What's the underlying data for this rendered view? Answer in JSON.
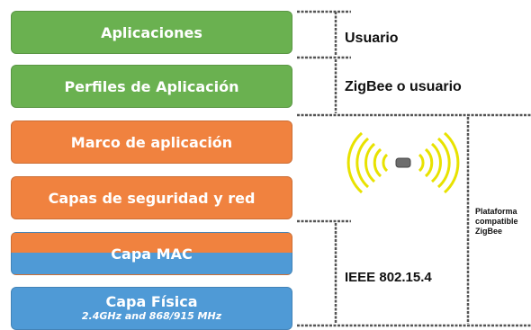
{
  "layers": [
    {
      "label": "Aplicaciones",
      "color": "#6ab150"
    },
    {
      "label": "Perfiles de Aplicación",
      "color": "#6ab150"
    },
    {
      "label": "Marco de aplicación",
      "color": "#f0823f"
    },
    {
      "label": "Capas de seguridad y red",
      "color": "#f0823f"
    },
    {
      "label": "Capa MAC",
      "color": "#f0823f"
    },
    {
      "label": "Capa Física",
      "sublabel": "2.4GHz and 868/915 MHz",
      "color": "#4f9ad6"
    }
  ],
  "brackets": {
    "usuario": "Usuario",
    "zigbee_usuario": "ZigBee o usuario",
    "ieee": "IEEE 802.15.4",
    "plataforma": "Plataforma compatible ZigBee"
  },
  "icons": {
    "wireless": "wireless-signal-icon"
  }
}
